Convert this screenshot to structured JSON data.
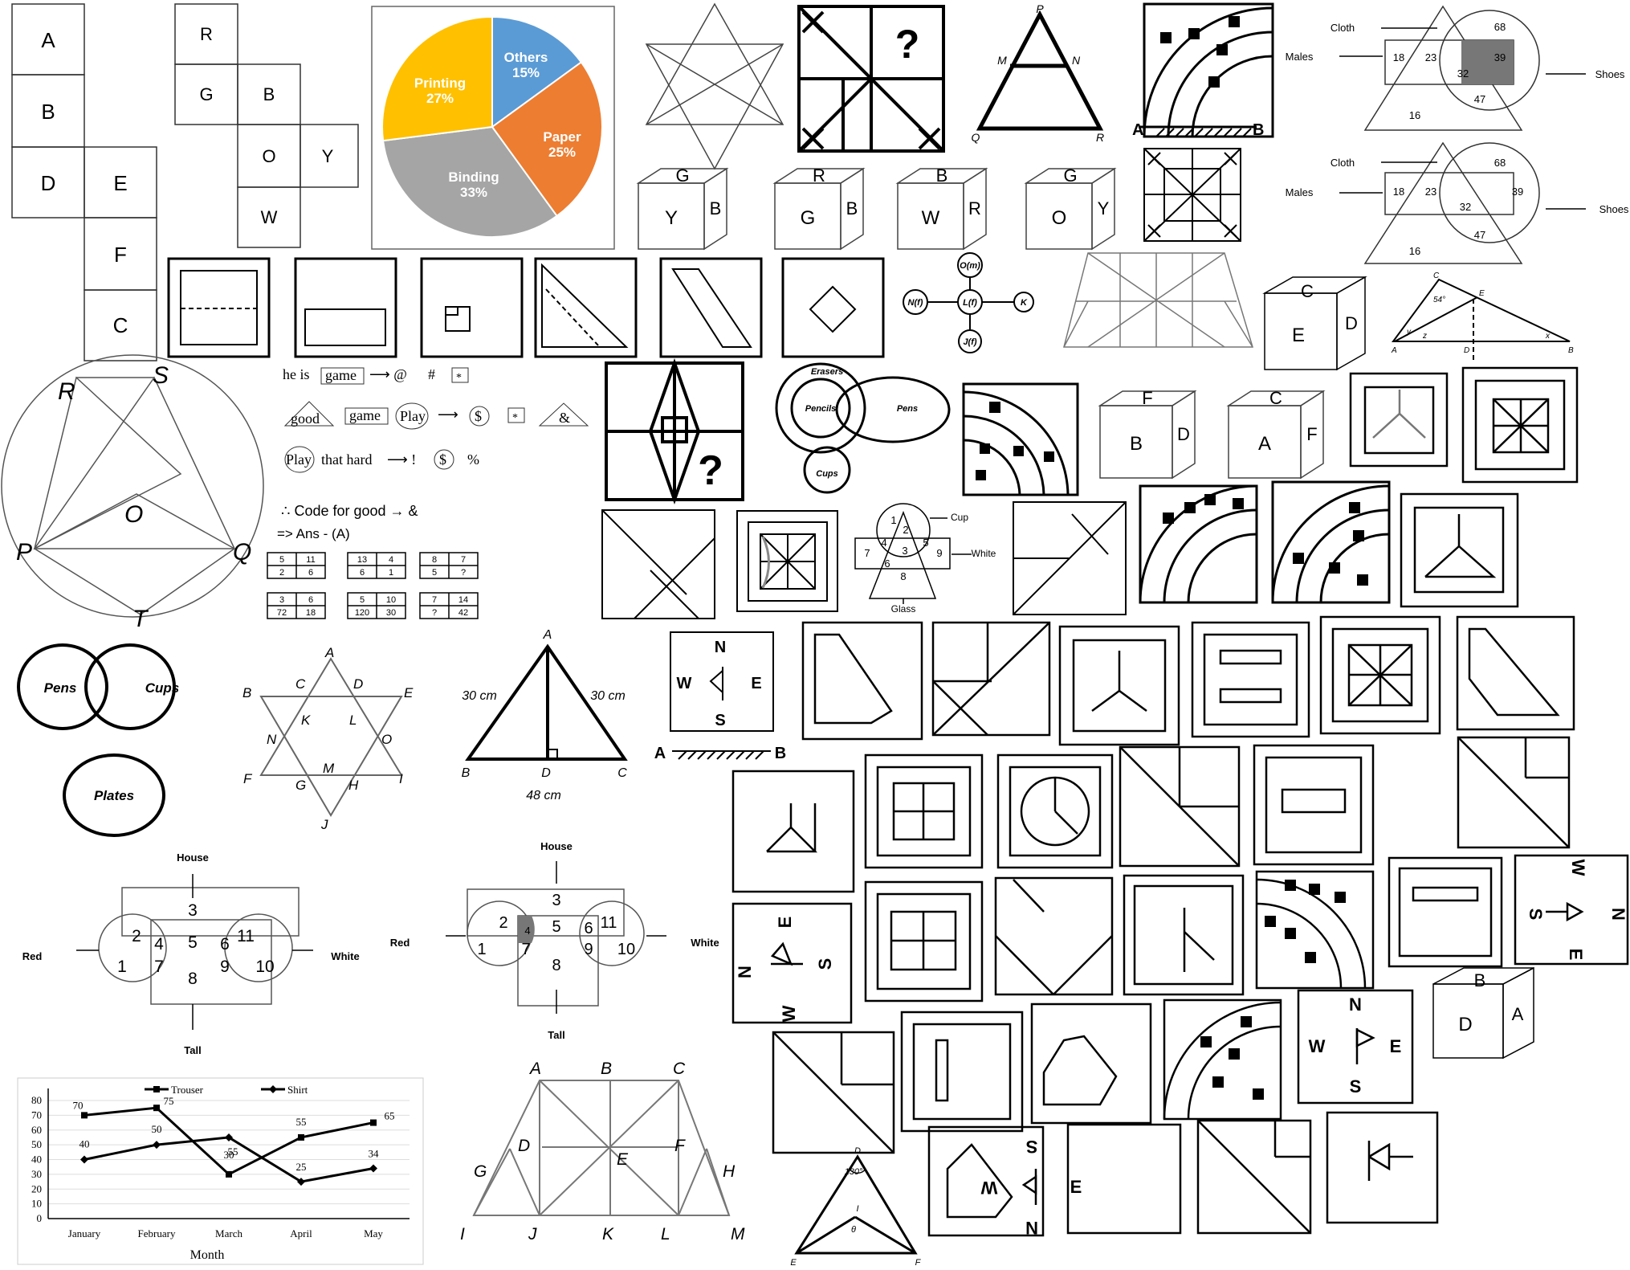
{
  "net_a": {
    "faces": [
      "A",
      "B",
      "D",
      "E",
      "F",
      "C"
    ]
  },
  "net_b": {
    "faces": [
      "R",
      "G",
      "B",
      "O",
      "Y",
      "W"
    ]
  },
  "pie": {
    "slices": [
      {
        "label": "Others",
        "value": "15%",
        "pct": 15,
        "color": "#5b9bd5"
      },
      {
        "label": "Paper",
        "value": "25%",
        "pct": 25,
        "color": "#ed7d31"
      },
      {
        "label": "Binding",
        "value": "33%",
        "pct": 33,
        "color": "#a5a5a5"
      },
      {
        "label": "Printing",
        "value": "27%",
        "pct": 27,
        "color": "#ffc000"
      }
    ]
  },
  "qmark": "?",
  "tri_pmn": {
    "p": "P",
    "m": "M",
    "n": "N",
    "q": "Q",
    "r": "R"
  },
  "mirror": {
    "a": "A",
    "b": "B"
  },
  "venn_cms": {
    "cloth": "Cloth",
    "males": "Males",
    "shoes": "Shoes",
    "v18": "18",
    "v23": "23",
    "v68": "68",
    "v39": "39",
    "v32": "32",
    "v47": "47",
    "v16": "16"
  },
  "cubes_row1": [
    {
      "top": "G",
      "front": "Y",
      "side": "B"
    },
    {
      "top": "R",
      "front": "G",
      "side": "B"
    },
    {
      "top": "B",
      "front": "W",
      "side": "R"
    },
    {
      "top": "G",
      "front": "O",
      "side": "Y"
    }
  ],
  "family": {
    "o": "O(m)",
    "n": "N(f)",
    "l": "L(f)",
    "k": "K",
    "j": "J(f)"
  },
  "cube_ced": {
    "top": "C",
    "front": "E",
    "side": "D"
  },
  "tri_ab": {
    "c": "C",
    "e": "E",
    "ang": "54°",
    "a": "A",
    "d": "D",
    "b": "B",
    "y": "y",
    "z": "z",
    "x": "x"
  },
  "circle_geo": {
    "r": "R",
    "s": "S",
    "o": "O",
    "p": "P",
    "q": "Q",
    "t": "T"
  },
  "code": {
    "l1": "he is",
    "g1": "game",
    "arr1": "⟶ @",
    "hash": "#",
    "box1": "*",
    "good": "good",
    "g2": "game",
    "play": "Play",
    "arr2": "⟶",
    "dollar": "$",
    "box2": "*",
    "amp": "&",
    "play2": "Play",
    "thathard": "that hard",
    "arr3": "⟶ !",
    "dollar2": "$",
    "pct": "%",
    "conc": "∴ Code for good → &",
    "ans": "=> Ans - (A)"
  },
  "num_grids": [
    [
      "5",
      "11",
      "2",
      "6"
    ],
    [
      "13",
      "4",
      "6",
      "1"
    ],
    [
      "8",
      "7",
      "5",
      "?"
    ],
    [
      "3",
      "6",
      "72",
      "18"
    ],
    [
      "5",
      "10",
      "120",
      "30"
    ],
    [
      "7",
      "14",
      "?",
      "42"
    ]
  ],
  "venn_epc": {
    "erasers": "Erasers",
    "pencils": "Pencils",
    "pens": "Pens",
    "cups": "Cups"
  },
  "cubes_row2": [
    {
      "top": "F",
      "front": "B",
      "side": "D"
    },
    {
      "top": "C",
      "front": "A",
      "side": "F"
    }
  ],
  "cup_venn": {
    "cup": "Cup",
    "white": "White",
    "glass": "Glass",
    "n": [
      "1",
      "2",
      "3",
      "4",
      "5",
      "6",
      "7",
      "8",
      "9"
    ]
  },
  "venn_ppc": {
    "pens": "Pens",
    "cups": "Cups",
    "plates": "Plates"
  },
  "star": {
    "a": "A",
    "c": "C",
    "d": "D",
    "b": "B",
    "e": "E",
    "k": "K",
    "l": "L",
    "n": "N",
    "o": "O",
    "f": "F",
    "g": "G",
    "m": "M",
    "h": "H",
    "i": "I",
    "j": "J"
  },
  "iso": {
    "a": "A",
    "left": "30 cm",
    "right": "30 cm",
    "b": "B",
    "d": "D",
    "c": "C",
    "base": "48 cm"
  },
  "compass1": {
    "n": "N",
    "w": "W",
    "e": "E",
    "s": "S",
    "a": "A",
    "b": "B"
  },
  "house1": {
    "house": "House",
    "red": "Red",
    "white": "White",
    "tall": "Tall",
    "n": [
      "1",
      "2",
      "3",
      "4",
      "5",
      "6",
      "7",
      "8",
      "9",
      "10",
      "11"
    ]
  },
  "house2": {
    "house": "House",
    "red": "Red",
    "white": "White",
    "tall": "Tall",
    "n": [
      "1",
      "2",
      "3",
      "4",
      "5",
      "6",
      "7",
      "8",
      "9",
      "10",
      "11"
    ]
  },
  "line_chart": {
    "legend": [
      "Trouser",
      "Shirt"
    ],
    "xlabel": "Month",
    "yticks": [
      "0",
      "10",
      "20",
      "30",
      "40",
      "50",
      "60",
      "70",
      "80"
    ]
  },
  "chart_data": {
    "type": "line",
    "categories": [
      "January",
      "February",
      "March",
      "April",
      "May"
    ],
    "series": [
      {
        "name": "Trouser",
        "values": [
          70,
          75,
          30,
          55,
          65
        ]
      },
      {
        "name": "Shirt",
        "values": [
          40,
          50,
          55,
          25,
          34
        ]
      }
    ],
    "ylim": [
      0,
      80
    ],
    "xlabel": "Month",
    "legend": "top"
  },
  "trap": {
    "a": "A",
    "b": "B",
    "c": "C",
    "d": "D",
    "e": "E",
    "f": "F",
    "g": "G",
    "h": "H",
    "i": "I",
    "j": "J",
    "k": "K",
    "l": "L",
    "m": "M"
  },
  "def_tri": {
    "d": "D",
    "ang": "130°",
    "i": "I",
    "theta": "θ",
    "e": "E",
    "f": "F"
  },
  "compass_rows": {
    "n": "N",
    "e": "E",
    "s": "S",
    "w": "W"
  },
  "cube_bda": {
    "top": "B",
    "front": "D",
    "side": "A"
  }
}
